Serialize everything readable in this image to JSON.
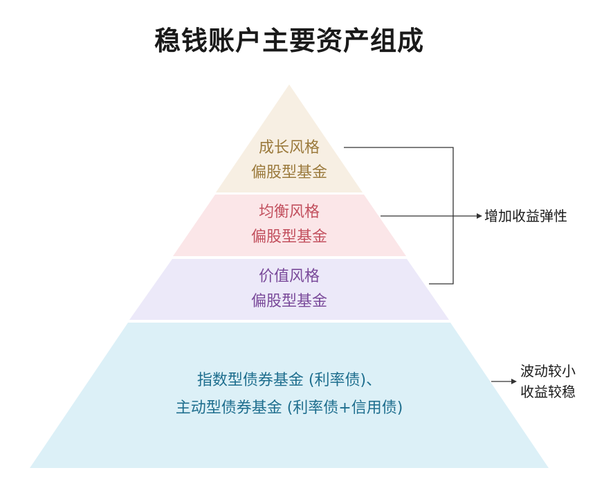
{
  "title": "稳钱账户主要资产组成",
  "layers": [
    {
      "line1": "成长风格",
      "line2": "偏股型基金",
      "fill": "#f7efe3",
      "text_color": "#9b7a3c"
    },
    {
      "line1": "均衡风格",
      "line2": "偏股型基金",
      "fill": "#fbe6e8",
      "text_color": "#c2505e"
    },
    {
      "line1": "价值风格",
      "line2": "偏股型基金",
      "fill": "#ece9f9",
      "text_color": "#7a4a9a"
    },
    {
      "line1": "指数型债券基金 (利率债)、",
      "line2": "主动型债券基金 (利率债+信用债)",
      "fill": "#dcf0f7",
      "text_color": "#1e6e8e"
    }
  ],
  "annotations": {
    "equity": "增加收益弹性",
    "bond_line1": "波动较小",
    "bond_line2": "收益较稳"
  }
}
